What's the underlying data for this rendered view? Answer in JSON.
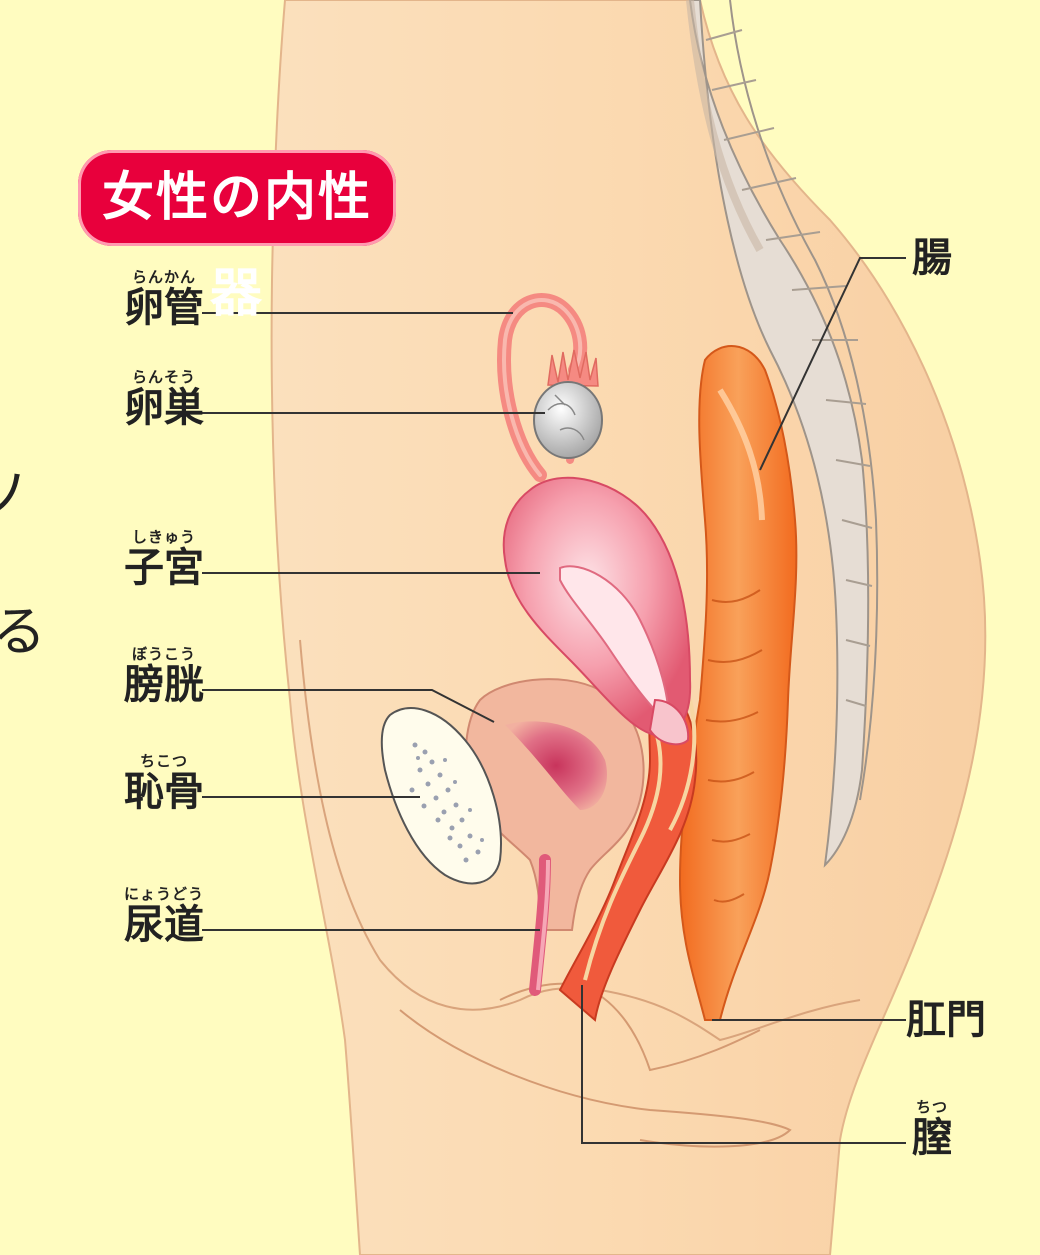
{
  "title": "女性の内性器",
  "edge_glyphs": [
    "ソ",
    "る"
  ],
  "labels": {
    "oviduct": {
      "text": "卵管",
      "ruby": "らんかん"
    },
    "ovary": {
      "text": "卵巣",
      "ruby": "らんそう"
    },
    "uterus": {
      "text": "子宮",
      "ruby": "しきゅう"
    },
    "bladder": {
      "text": "膀胱",
      "ruby": "ぼうこう"
    },
    "pubic_bone": {
      "text": "恥骨",
      "ruby": "ちこつ"
    },
    "urethra": {
      "text": "尿道",
      "ruby": "にょうどう"
    },
    "intestine": {
      "text": "腸",
      "ruby": ""
    },
    "anus": {
      "text": "肛門",
      "ruby": ""
    },
    "vagina": {
      "text": "膣",
      "ruby": "ちつ"
    }
  },
  "colors": {
    "background": "#fffcc0",
    "skin": "#fbdcb4",
    "skin_outline": "#d49a72",
    "title_bg": "#e8003c",
    "uterus": "#f37f92",
    "intestine": "#f58a3a",
    "bone": "#e2ddd7",
    "leader_line": "#333333"
  }
}
